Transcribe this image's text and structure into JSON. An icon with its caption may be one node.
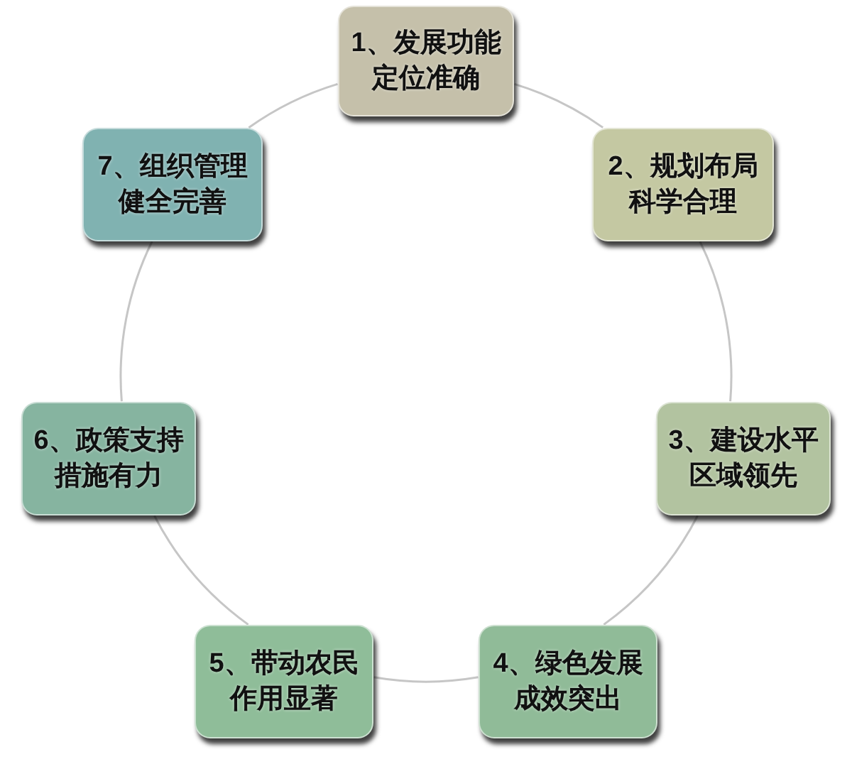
{
  "diagram": {
    "nodes": [
      {
        "text": [
          "1、发展功能定位准确"
        ]
      },
      {
        "text": [
          "2、规划布局科学合理"
        ]
      },
      {
        "text": [
          "3、建设水平区域领先"
        ]
      },
      {
        "text": [
          "4、绿色发展成效突出"
        ]
      },
      {
        "text": [
          "5、带动农民作用显著"
        ]
      },
      {
        "text": [
          "6、政策支持措施有力"
        ]
      },
      {
        "text": [
          "7、组织管理健全完善"
        ]
      }
    ],
    "edges": [
      {
        "from": 0,
        "to": 1,
        "arrow": "none"
      },
      {
        "from": 1,
        "to": 2,
        "arrow": "none"
      },
      {
        "from": 2,
        "to": 3,
        "arrow": "none"
      },
      {
        "from": 3,
        "to": 4,
        "arrow": "none"
      },
      {
        "from": 4,
        "to": 5,
        "arrow": "none"
      },
      {
        "from": 5,
        "to": 6,
        "arrow": "none"
      },
      {
        "from": 6,
        "to": 0,
        "arrow": "none"
      }
    ]
  }
}
